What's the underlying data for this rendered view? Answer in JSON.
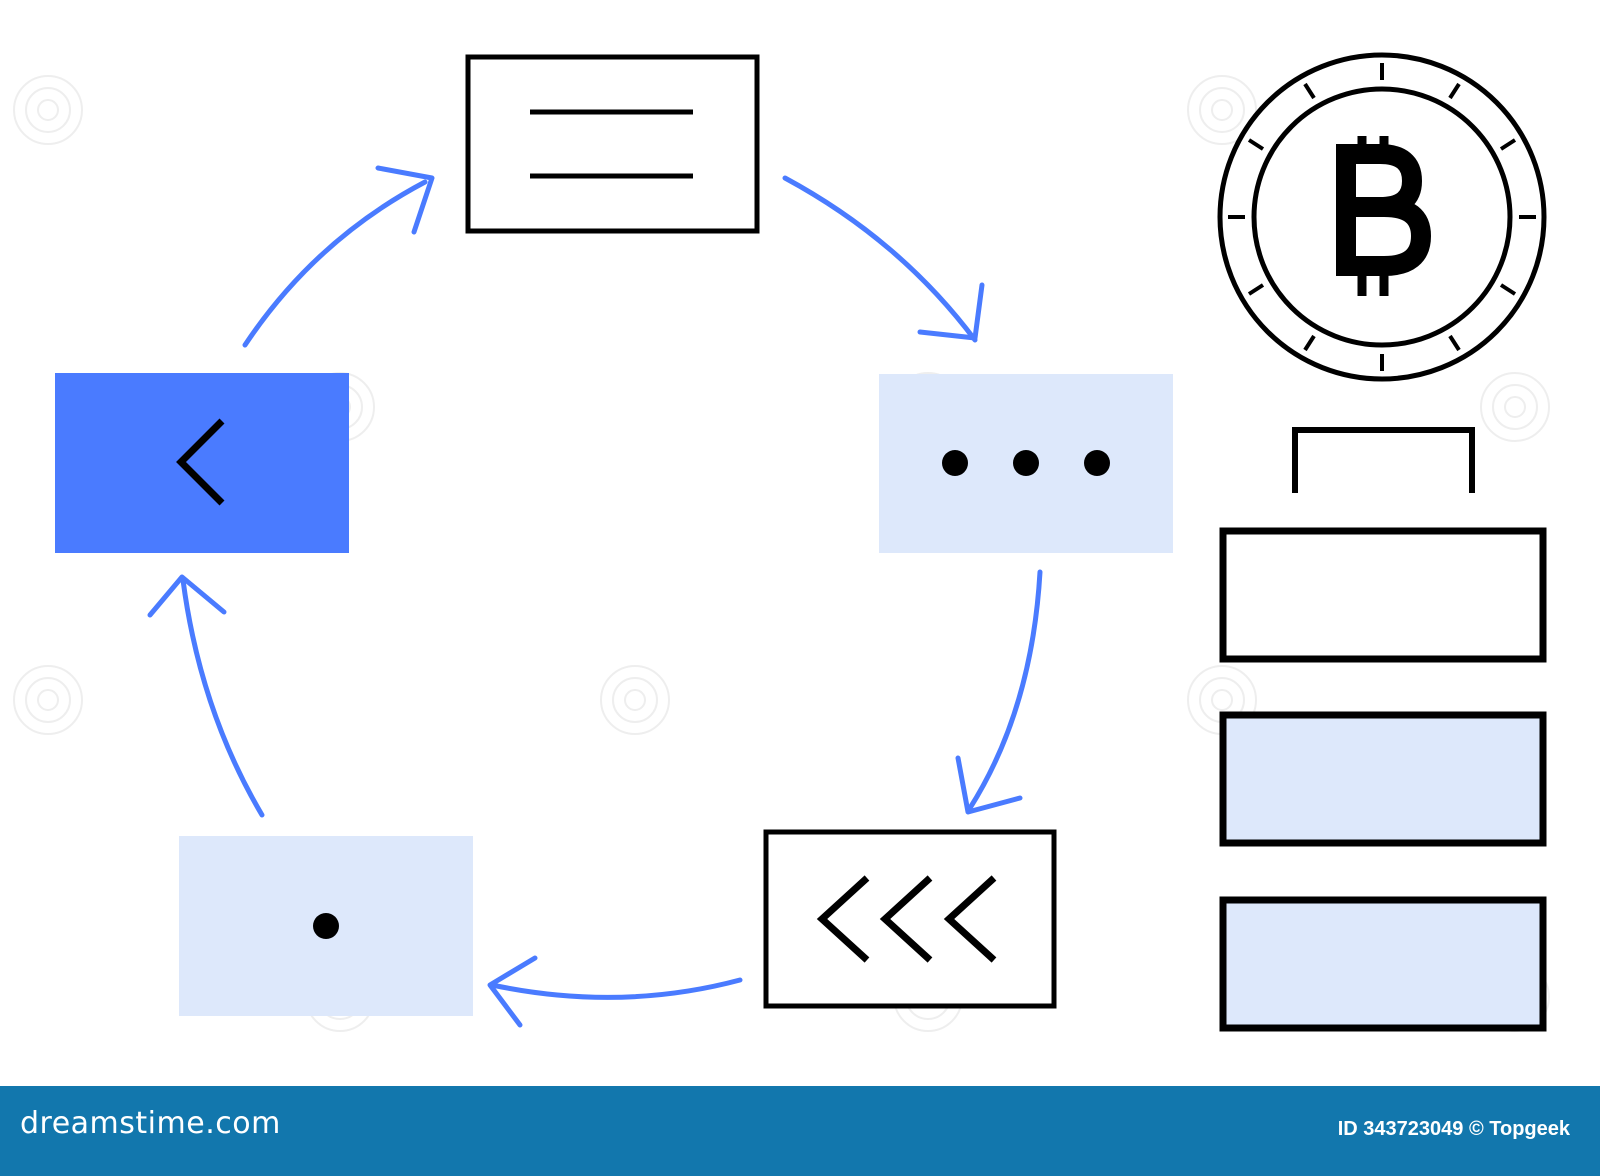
{
  "colors": {
    "accent_blue": "#4a7bff",
    "light_blue": "#dde8fb",
    "stroke": "#000000",
    "footer_bg": "#1277ad",
    "footer_text": "#ffffff"
  },
  "cycle": {
    "nodes": [
      {
        "id": "top",
        "style": "outlined",
        "icon": "menu-lines-icon"
      },
      {
        "id": "right",
        "style": "light-fill",
        "icon": "ellipsis-icon"
      },
      {
        "id": "bottom-right",
        "style": "outlined",
        "icon": "triple-chevron-left-icon"
      },
      {
        "id": "bottom-left",
        "style": "light-fill",
        "icon": "dot-icon"
      },
      {
        "id": "left",
        "style": "accent-fill",
        "icon": "chevron-left-icon"
      }
    ],
    "arrows": [
      {
        "from": "left",
        "to": "top"
      },
      {
        "from": "top",
        "to": "right"
      },
      {
        "from": "right",
        "to": "bottom-right"
      },
      {
        "from": "bottom-right",
        "to": "bottom-left"
      },
      {
        "from": "bottom-left",
        "to": "left"
      }
    ]
  },
  "coin": {
    "symbol": "bitcoin-symbol-icon"
  },
  "battery": {
    "segments": [
      {
        "style": "empty"
      },
      {
        "style": "light-fill"
      },
      {
        "style": "light-fill"
      }
    ]
  },
  "footer": {
    "logo": "dreamstime.com",
    "credit": "ID 343723049 © Topgeek"
  }
}
